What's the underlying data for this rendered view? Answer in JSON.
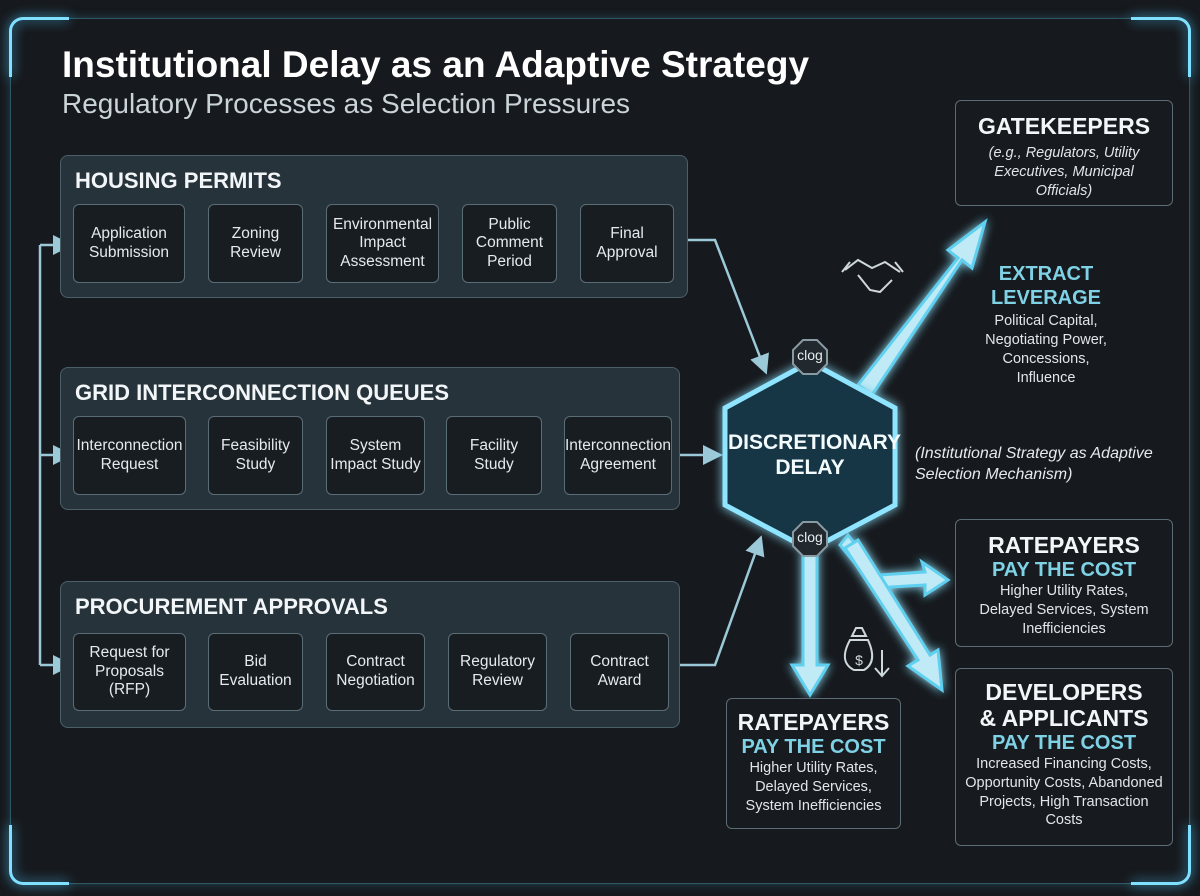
{
  "title": "Institutional Delay as an Adaptive Strategy",
  "subtitle": "Regulatory Processes as Selection Pressures",
  "panels": [
    {
      "title": "HOUSING PERMITS",
      "steps": [
        "Application Submission",
        "Zoning Review",
        "Environmental Impact Assessment",
        "Public Comment Period",
        "Final Approval"
      ]
    },
    {
      "title": "GRID INTERCONNECTION QUEUES",
      "steps": [
        "Interconnection Request",
        "Feasibility Study",
        "System Impact Study",
        "Facility Study",
        "Interconnection Agreement"
      ]
    },
    {
      "title": "PROCUREMENT APPROVALS",
      "steps": [
        "Request for Proposals (RFP)",
        "Bid Evaluation",
        "Contract Negotiation",
        "Regulatory Review",
        "Contract Award"
      ]
    }
  ],
  "hub": {
    "label": "DISCRETIONARY DELAY",
    "clog_top": "clog",
    "clog_bottom": "clog"
  },
  "strategy_note": "(Institutional Strategy as Adaptive Selection Mechanism)",
  "gatekeepers": {
    "title": "GATEKEEPERS",
    "detail": "(e.g., Regulators, Utility Executives, Municipal Officials)"
  },
  "leverage": {
    "title": "EXTRACT LEVERAGE",
    "detail": "Political Capital, Negotiating Power, Concessions, Influence"
  },
  "ratepayers_right": {
    "title": "RATEPAYERS",
    "sub": "PAY THE COST",
    "detail": "Higher Utility Rates, Delayed Services, System Inefficiencies"
  },
  "ratepayers_bottom": {
    "title": "RATEPAYERS",
    "sub": "PAY THE COST",
    "detail": "Higher Utility Rates, Delayed Services, System Inefficiencies"
  },
  "developers": {
    "title": "DEVELOPERS & APPLICANTS",
    "sub": "PAY THE COST",
    "detail": "Increased Financing Costs, Opportunity Costs, Abandoned Projects, High Transaction Costs"
  },
  "colors": {
    "accent": "#7fe0ff",
    "background": "#16191d",
    "panel": "#27333b"
  }
}
